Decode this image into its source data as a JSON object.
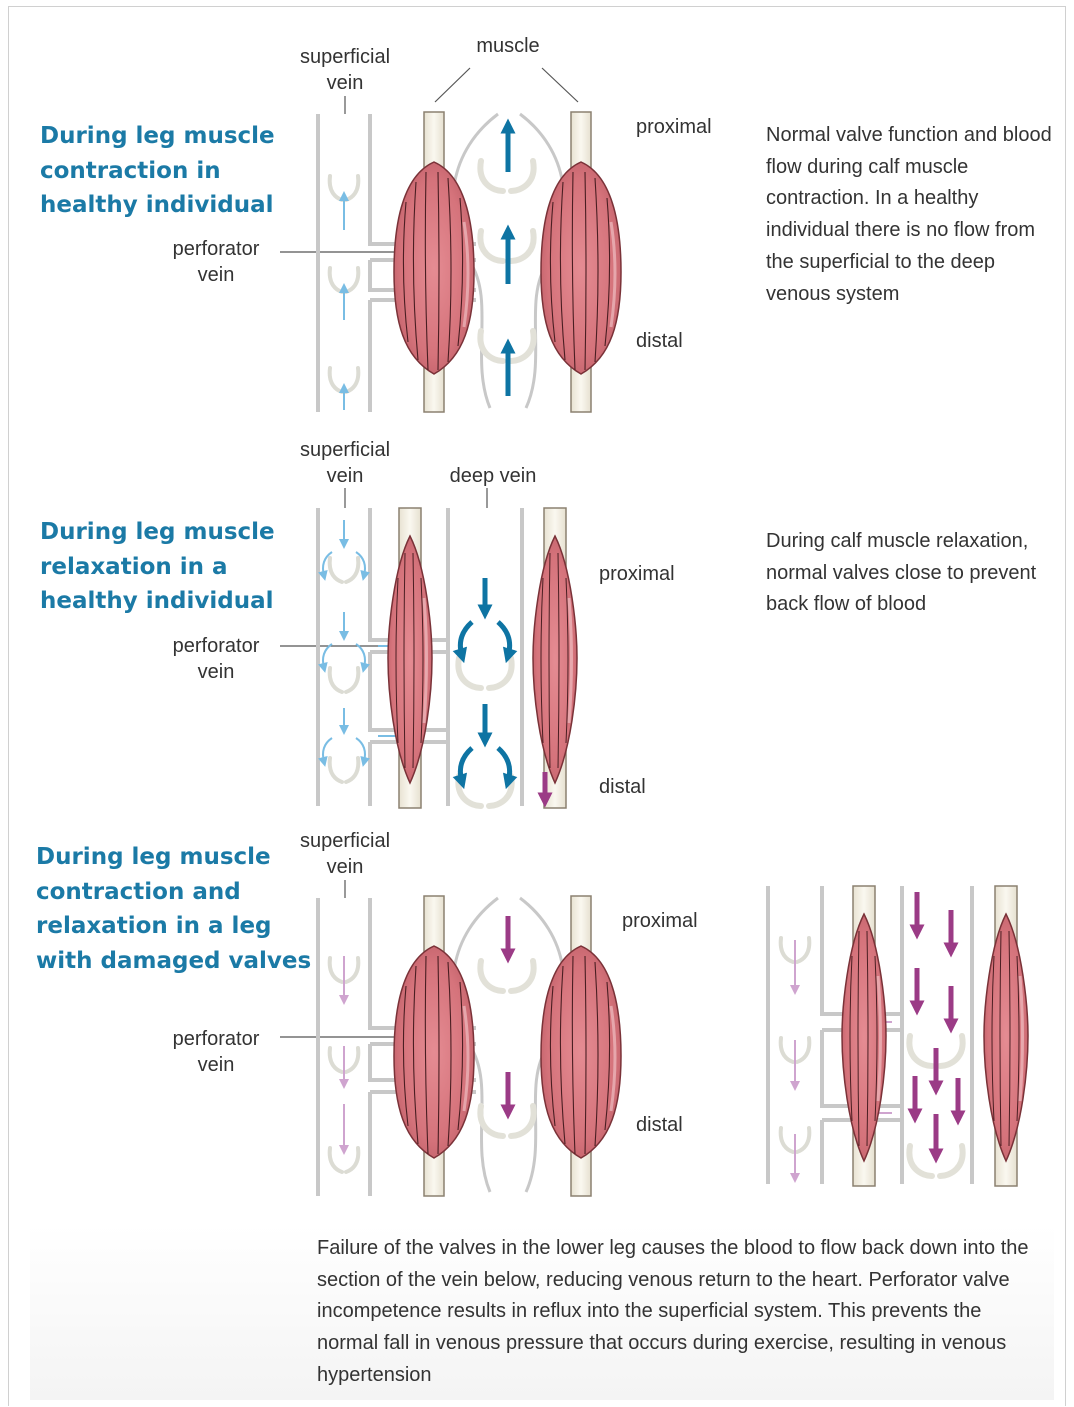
{
  "colors": {
    "heading": "#1b7aa6",
    "deep_flow_arrow": "#0e74a3",
    "superficial_flow_arrow": "#79bde4",
    "reflux_arrow_dark": "#9b3b86",
    "reflux_arrow_light": "#cfa4cf",
    "muscle": "#d97b82",
    "vein_wall": "#c8c8c8",
    "valve": "#dcdcd4",
    "tendon": "#f2eee4"
  },
  "icons": [
    "muscle-icon",
    "vein-icon",
    "valve-icon",
    "flow-arrow-icon"
  ],
  "panels": [
    {
      "heading": "During leg muscle\ncontraction in\nhealthy individual",
      "label_superficial_vein": "superficial\nvein",
      "label_muscle": "muscle",
      "label_perforator_vein": "perforator\nvein",
      "label_proximal": "proximal",
      "label_distal": "distal",
      "description": "Normal valve function and blood flow during calf muscle contraction. In a healthy individual there is no flow from the superficial to the deep venous system"
    },
    {
      "heading": "During leg muscle\nrelaxation in a\nhealthy individual",
      "label_superficial_vein": "superficial\nvein",
      "label_deep_vein": "deep vein",
      "label_perforator_vein": "perforator\nvein",
      "label_proximal": "proximal",
      "label_distal": "distal",
      "description": "During calf muscle relaxation, normal valves close to prevent back flow of blood"
    },
    {
      "heading": "During leg muscle\ncontraction and\nrelaxation in a leg\nwith damaged valves",
      "label_superficial_vein": "superficial\nvein",
      "label_perforator_vein": "perforator\nvein",
      "label_proximal": "proximal",
      "label_distal": "distal"
    }
  ],
  "caption": "Failure of the valves in the lower leg causes the blood to flow back down into the section of the vein below, reducing venous return to the heart. Perforator valve incompetence results in reflux into the superficial system. This prevents the normal fall in venous pressure that occurs during exercise, resulting in venous hypertension"
}
